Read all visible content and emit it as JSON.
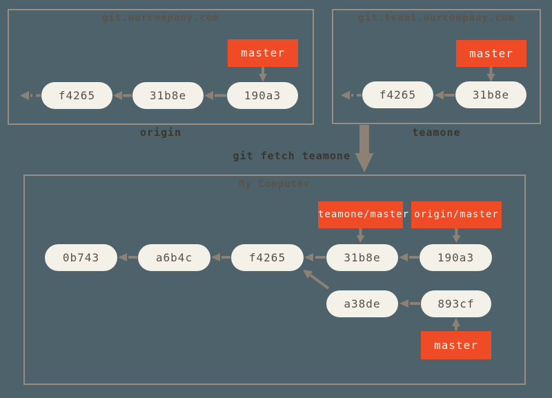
{
  "colors": {
    "bg": "#4e626b",
    "border": "#978e82",
    "node_fill": "#f4f1e9",
    "node_text": "#56504a",
    "branch_fill": "#f04b27",
    "branch_text": "#f6f2ea",
    "arrow": "#8c8174",
    "label_text": "#3a352e",
    "title_text": "#5b5349"
  },
  "remotes": [
    {
      "title": "git.ourcompany.com",
      "label": "origin",
      "branch": "master",
      "commits": [
        "f4265",
        "31b8e",
        "190a3"
      ]
    },
    {
      "title": "git.team1.ourcompany.com",
      "label": "teamone",
      "branch": "master",
      "commits": [
        "f4265",
        "31b8e"
      ]
    }
  ],
  "fetch_command": "git fetch teamone",
  "local": {
    "title": "My Computer",
    "main_commits": [
      "0b743",
      "a6b4c",
      "f4265",
      "31b8e",
      "190a3"
    ],
    "branch_commits": [
      "a38de",
      "893cf"
    ],
    "remote_refs": [
      "teamone/master",
      "origin/master"
    ],
    "local_branch": "master"
  }
}
